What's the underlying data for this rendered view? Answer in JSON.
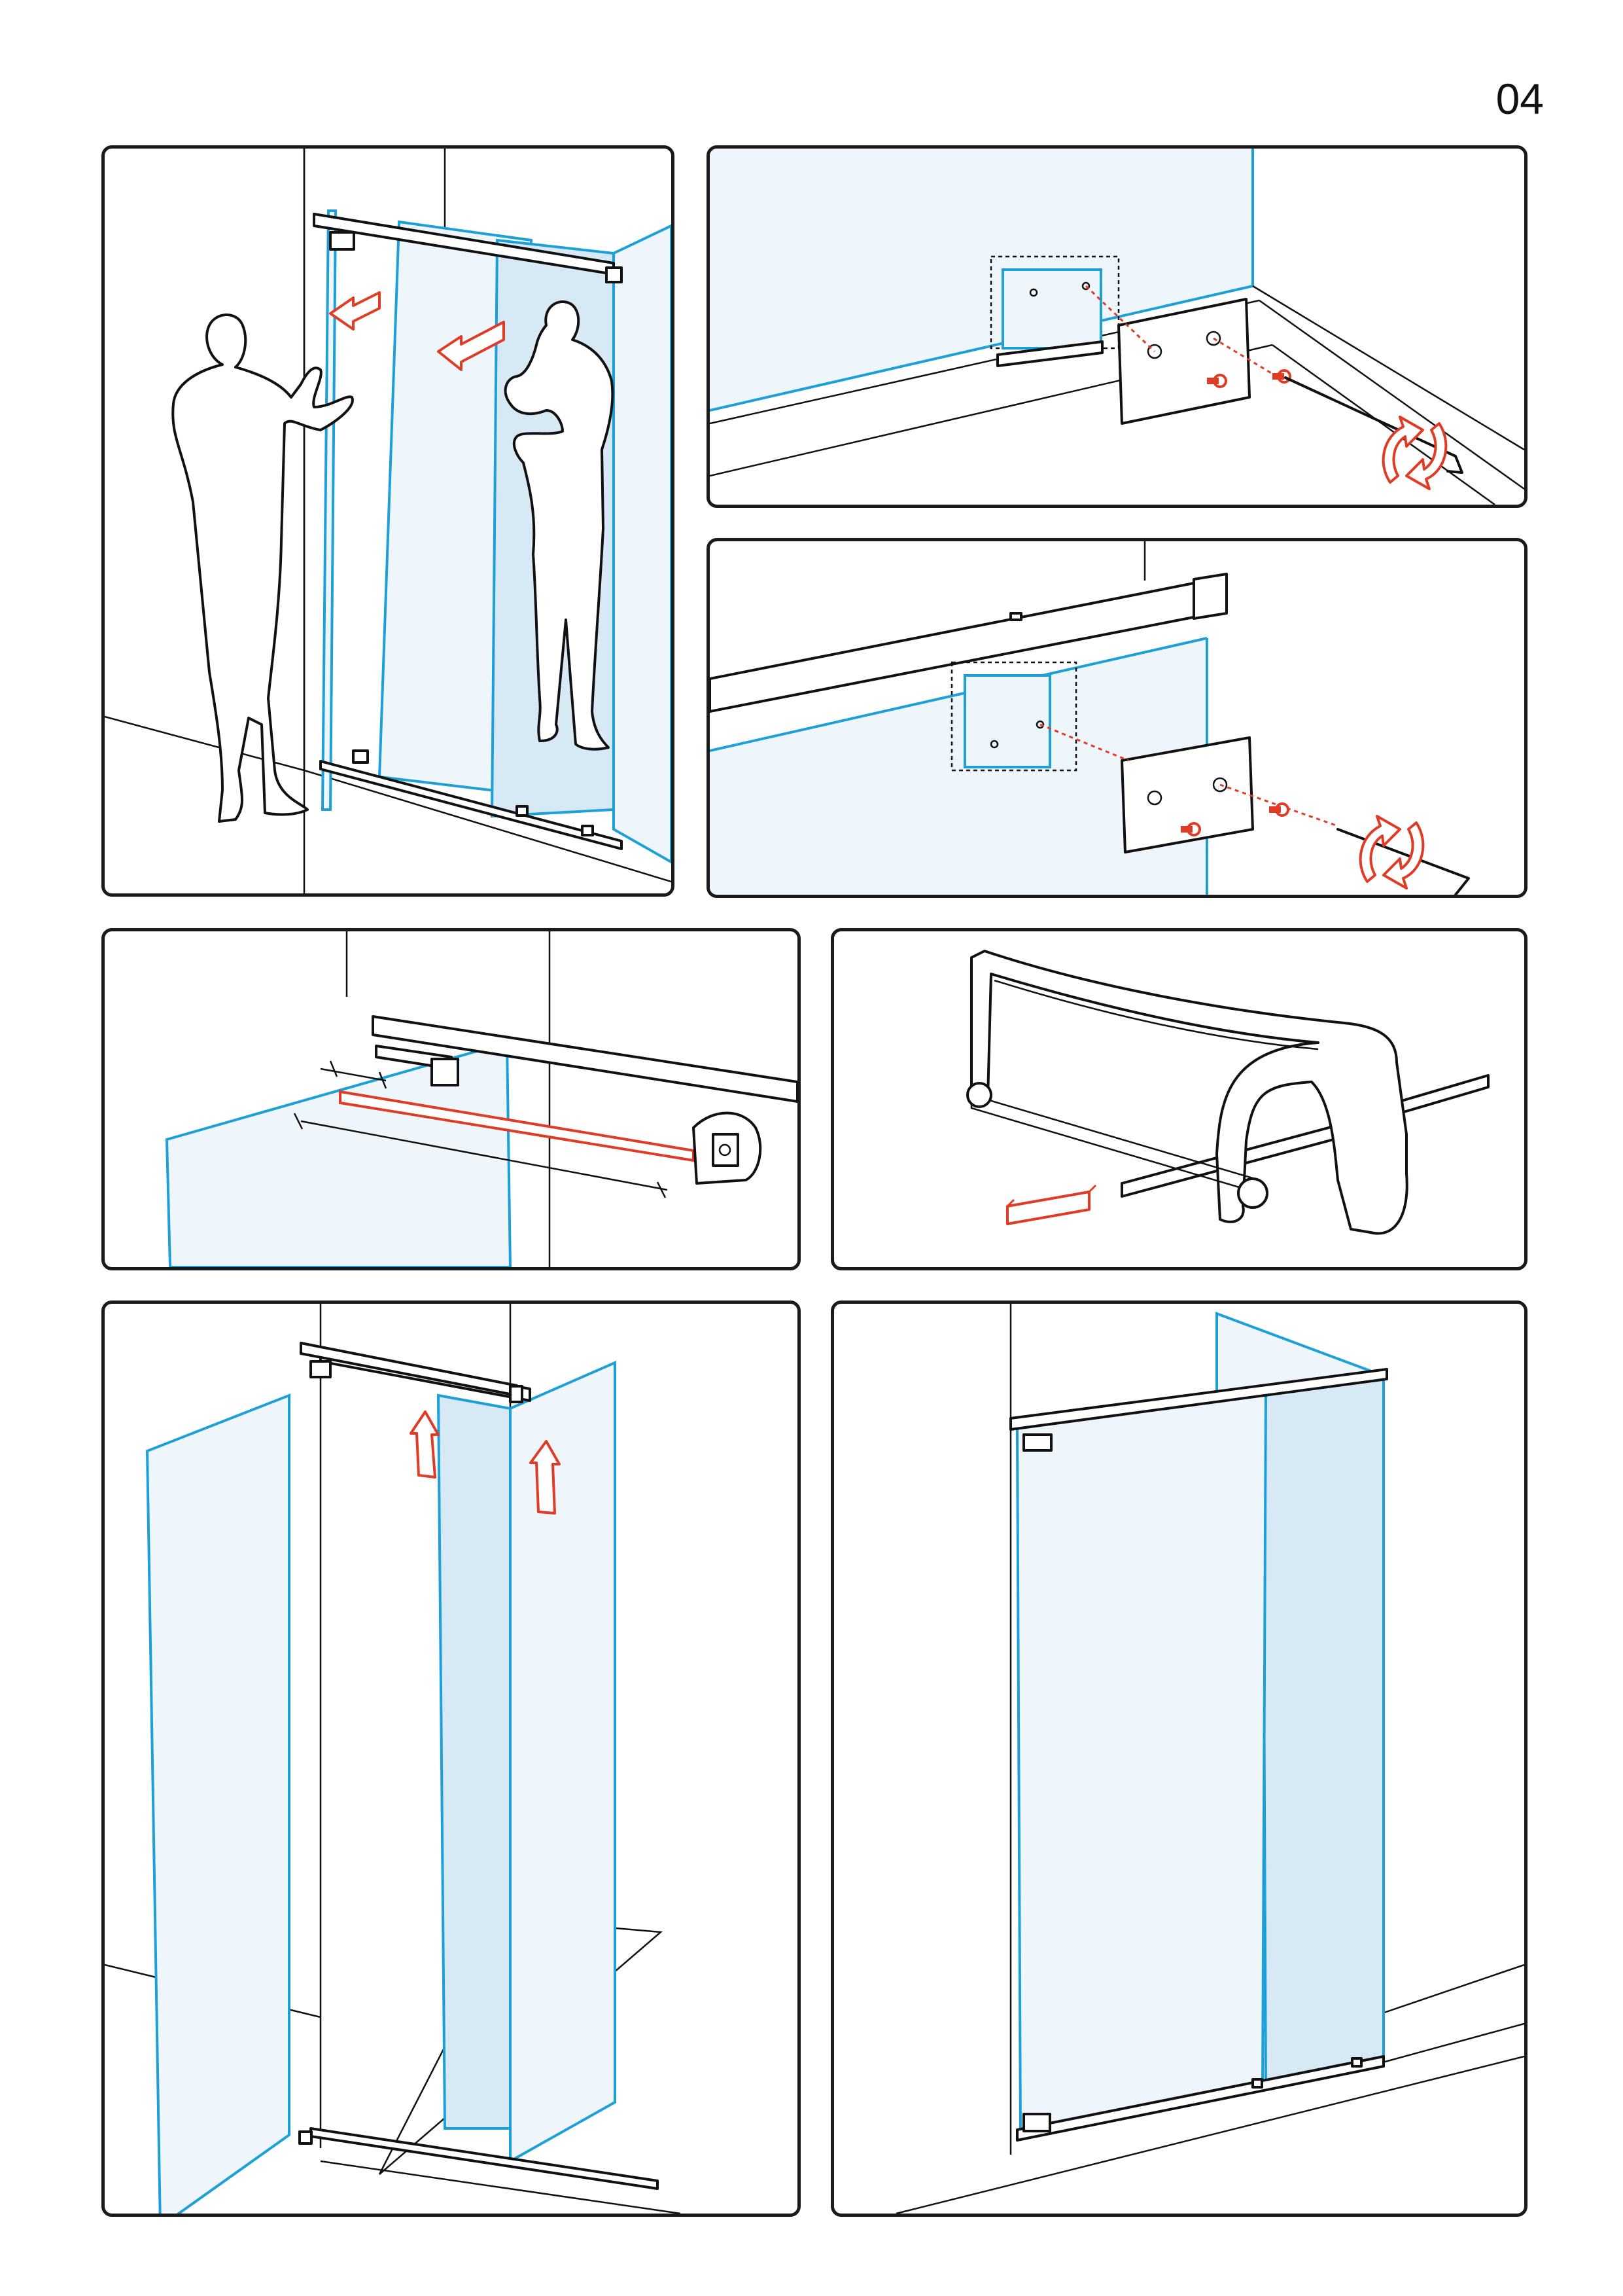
{
  "page": {
    "number": "04"
  },
  "colors": {
    "glass_edge": "#1d9fd8",
    "glass_fill": "#eef6fc",
    "glass_fill_dark": "#d8e9f6",
    "arrow_red": "#e03c25",
    "line": "#111111"
  },
  "steps": [
    {
      "id": "step-1",
      "icons": [
        "person-icon",
        "person-icon",
        "arrow-left-icon",
        "arrow-left-icon"
      ]
    },
    {
      "id": "step-2",
      "icons": [
        "wall-bracket-icon",
        "screw-icon",
        "allen-key-icon",
        "rotate-arrows-icon"
      ]
    },
    {
      "id": "step-3",
      "icons": [
        "rail-end-cap-icon",
        "screw-icon",
        "allen-key-icon",
        "rotate-arrows-icon"
      ]
    },
    {
      "id": "step-4",
      "icons": [
        "tape-measure-icon",
        "dimension-line-icon"
      ]
    },
    {
      "id": "step-5",
      "icons": [
        "hacksaw-icon",
        "profile-piece-icon"
      ]
    },
    {
      "id": "step-6",
      "icons": [
        "arrow-up-icon",
        "arrow-up-icon"
      ]
    },
    {
      "id": "step-7",
      "icons": [
        "finished-enclosure-icon"
      ]
    }
  ]
}
